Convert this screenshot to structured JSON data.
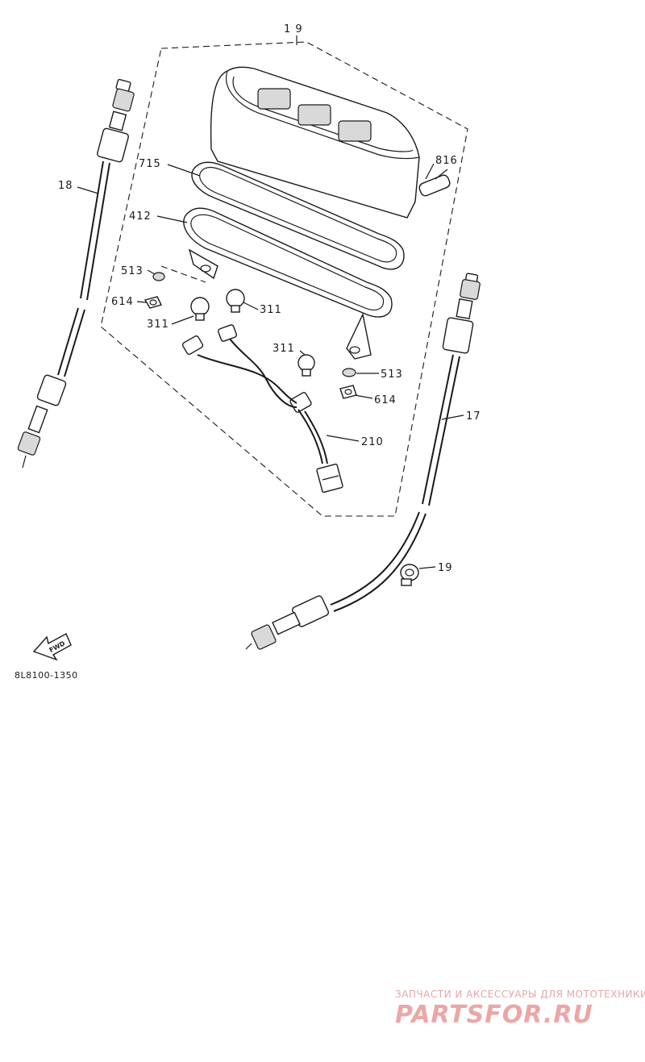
{
  "diagram": {
    "assembly_label": "1 9",
    "catalog_code": "8L8100-1350",
    "fwd_arrow_label": "FWD",
    "callouts": {
      "c715": "715",
      "c816": "816",
      "c412": "412",
      "c513_left": "513",
      "c614_left": "614",
      "c311_left": "311",
      "c311_mid": "311",
      "c311_right": "311",
      "c513_right": "513",
      "c614_right": "614",
      "c210": "210",
      "c18": "18",
      "c17": "17",
      "c19": "19"
    }
  },
  "watermark": {
    "tagline": "ЗАПЧАСТИ И АКСЕССУАРЫ ДЛЯ МОТОТЕХНИКИ",
    "brand": "PARTSFOR.RU",
    "color": "#e9a3a3"
  }
}
